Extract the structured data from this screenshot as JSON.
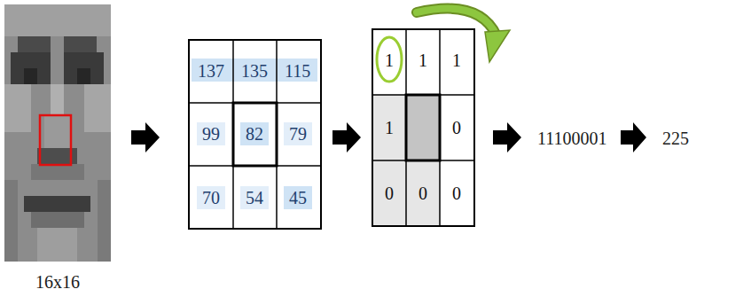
{
  "diagram": {
    "labels": [
      "16x16",
      "137",
      "135",
      "115",
      "99",
      "82",
      "79",
      "70",
      "54",
      "45",
      "1",
      "1",
      "1",
      "1",
      "0",
      "0",
      "0",
      "0",
      "11100001",
      "225"
    ]
  }
}
